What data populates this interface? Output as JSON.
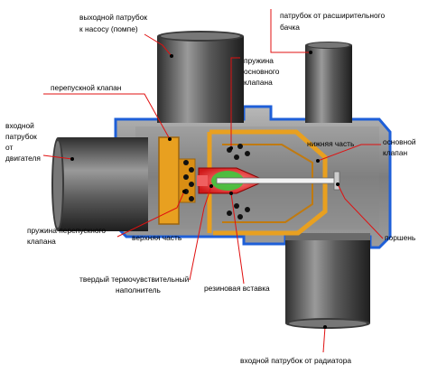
{
  "labels": {
    "outlet_to_pump": [
      "выходной патрубок",
      "к насосу (помпе)"
    ],
    "from_expansion_tank": [
      "патрубок от расширительного",
      "бачка"
    ],
    "main_valve_spring": [
      "пружина",
      "основного",
      "клапана"
    ],
    "bypass_valve": "перепускной клапан",
    "engine_inlet": [
      "входной",
      "патрубок",
      "от",
      "двигателя"
    ],
    "lower_part": "нижняя часть",
    "main_valve": [
      "основной",
      "клапан"
    ],
    "upper_part": "верхняя часть",
    "bypass_valve_spring": [
      "пружина перепускного",
      "клапана"
    ],
    "piston": "поршень",
    "solid_filler": [
      "твердый термочувствительный",
      "наполнитель"
    ],
    "rubber_insert": "резиновая вставка",
    "radiator_inlet": "входной патрубок от радиатора"
  },
  "colors": {
    "housing": "#8c8c8c",
    "housing_border": "#1e5fd8",
    "pipe": "#4a4a4a",
    "valve_frame": "#e8a020",
    "filler": "#e22c2c",
    "insert": "#3ec83e",
    "leader": "#e01010"
  }
}
